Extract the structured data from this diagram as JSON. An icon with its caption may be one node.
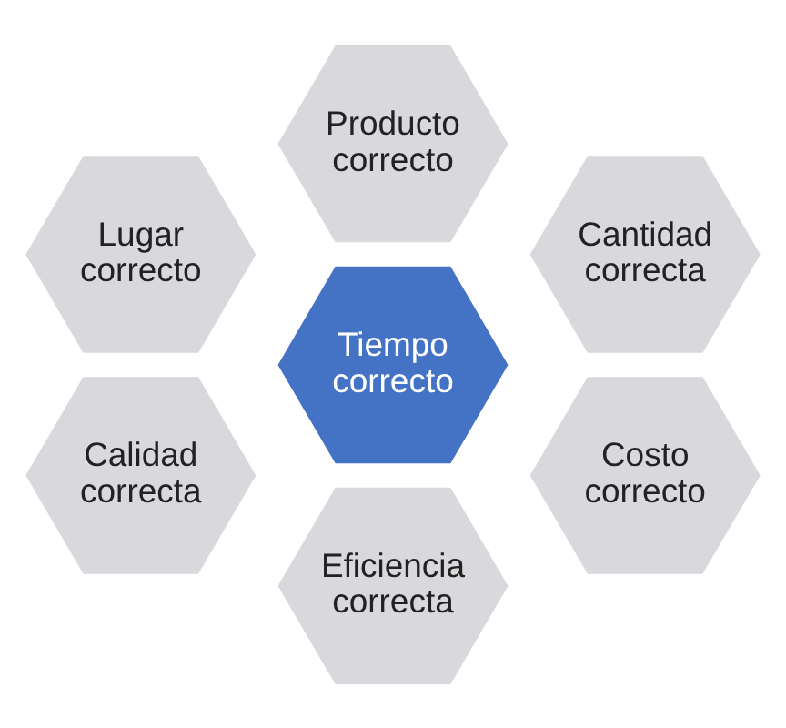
{
  "diagram": {
    "nodes": [
      {
        "text": [
          "Producto correcto"
        ]
      },
      {
        "text": [
          "Lugar correcto"
        ]
      },
      {
        "text": [
          "Cantidad correcta"
        ]
      },
      {
        "text": [
          "Tiempo correcto"
        ]
      },
      {
        "text": [
          "Calidad correcta"
        ]
      },
      {
        "text": [
          "Costo correcto"
        ]
      },
      {
        "text": [
          "Eficiencia correcta"
        ]
      }
    ],
    "edges": []
  }
}
